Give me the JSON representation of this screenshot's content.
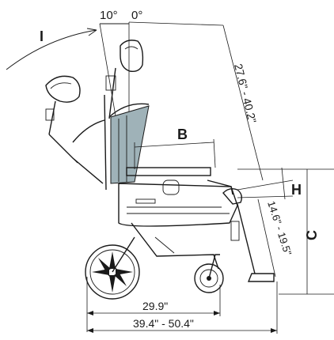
{
  "diagram": {
    "angles": {
      "recline_max": "10°",
      "recline_zero": "0°"
    },
    "letters": {
      "i": "I",
      "b": "B",
      "h": "H",
      "c": "C"
    },
    "dimensions": {
      "backrest_height": "27.6\" - 40.2\"",
      "seat_to_footrest": "14.6\" - 19.5\"",
      "wheelbase": "29.9\"",
      "overall_length": "39.4\" - 50.4\""
    },
    "colors": {
      "line": "#1a1a1a",
      "backrest_fill": "#9fb2b8",
      "background": "#ffffff"
    }
  }
}
